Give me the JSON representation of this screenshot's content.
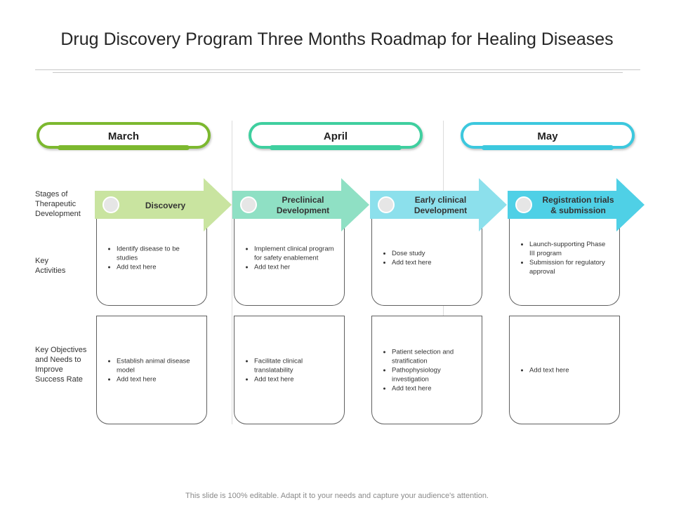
{
  "title": "Drug Discovery Program Three Months Roadmap for Healing Diseases",
  "months": [
    {
      "label": "March",
      "color": "#7cb82f"
    },
    {
      "label": "April",
      "color": "#3fcf9f"
    },
    {
      "label": "May",
      "color": "#3cc8de"
    }
  ],
  "row_labels": {
    "stages": "Stages of Therapeutic Development",
    "activities": "Key Activities",
    "objectives": "Key Objectives and Needs to Improve Success Rate"
  },
  "stages": [
    {
      "label": "Discovery",
      "color": "#c9e4a0",
      "activities": [
        "Identify disease to be studies",
        "Add text here"
      ],
      "objectives": [
        "Establish animal disease model",
        "Add text here"
      ]
    },
    {
      "label": "Preclinical Development",
      "color": "#8fe0c4",
      "activities": [
        "Implement  clinical program for safety enablement",
        "Add text her"
      ],
      "objectives": [
        "Facilitate clinical translatability",
        "Add text here"
      ]
    },
    {
      "label": "Early clinical Development",
      "color": "#8ce0ec",
      "activities": [
        "Dose study",
        "Add text here"
      ],
      "objectives": [
        "Patient selection and stratification",
        "Pathophysiology investigation",
        "Add text here"
      ]
    },
    {
      "label": "Registration trials & submission",
      "color": "#4fd0e6",
      "activities": [
        "Launch-supporting Phase III program",
        "Submission for regulatory approval"
      ],
      "objectives": [
        "Add text here"
      ]
    }
  ],
  "footer": "This slide is 100% editable. Adapt it to your needs and capture your audience's attention."
}
